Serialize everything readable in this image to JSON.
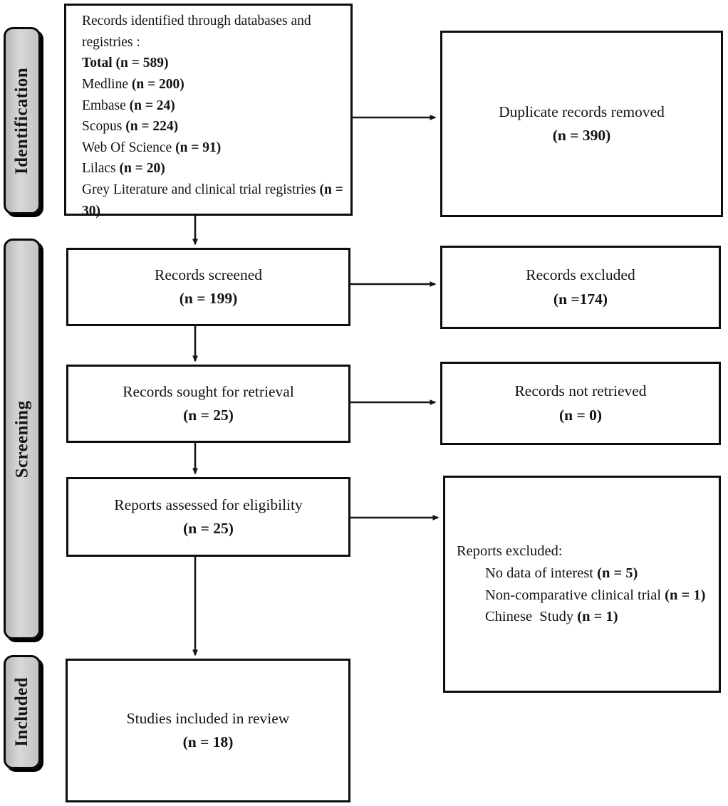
{
  "stages": {
    "identification": "Identification",
    "screening": "Screening",
    "included": "Included"
  },
  "boxes": {
    "identified": {
      "title": "Records identified through databases and registries :",
      "items": [
        {
          "label": "Total",
          "value": "(n = 589)"
        },
        {
          "label": "Medline",
          "value": "(n = 200)"
        },
        {
          "label": "Embase",
          "value": "(n = 24)"
        },
        {
          "label": "Scopus",
          "value": "(n = 224)"
        },
        {
          "label": "Web Of Science",
          "value": "(n = 91)"
        },
        {
          "label": "Lilacs",
          "value": "(n = 20)"
        },
        {
          "label": "Grey Literature and clinical trial registries",
          "value": "(n = 30)"
        }
      ]
    },
    "duplicates_removed": {
      "label": "Duplicate records removed",
      "value": "(n = 390)"
    },
    "screened": {
      "label": "Records screened",
      "value": "(n = 199)"
    },
    "records_excluded": {
      "label": "Records excluded",
      "value": "(n =174)"
    },
    "sought": {
      "label": "Records sought for retrieval",
      "value": "(n = 25)"
    },
    "not_retrieved": {
      "label": "Records not retrieved",
      "value": "(n = 0)"
    },
    "assessed": {
      "label": "Reports assessed for eligibility",
      "value": "(n = 25)"
    },
    "reports_excluded": {
      "title": "Reports excluded:",
      "items": [
        {
          "label": "No data of interest",
          "value": "(n = 5)"
        },
        {
          "label": "Non-comparative clinical trial",
          "value": "(n = 1)"
        },
        {
          "label": "Chinese  Study",
          "value": "(n = 1)"
        }
      ]
    },
    "included_review": {
      "label": "Studies included in review",
      "value": "(n = 18)"
    }
  },
  "colors": {
    "stage_fill": "#c9c9c9",
    "border": "#0d0d0d",
    "background": "#ffffff"
  }
}
